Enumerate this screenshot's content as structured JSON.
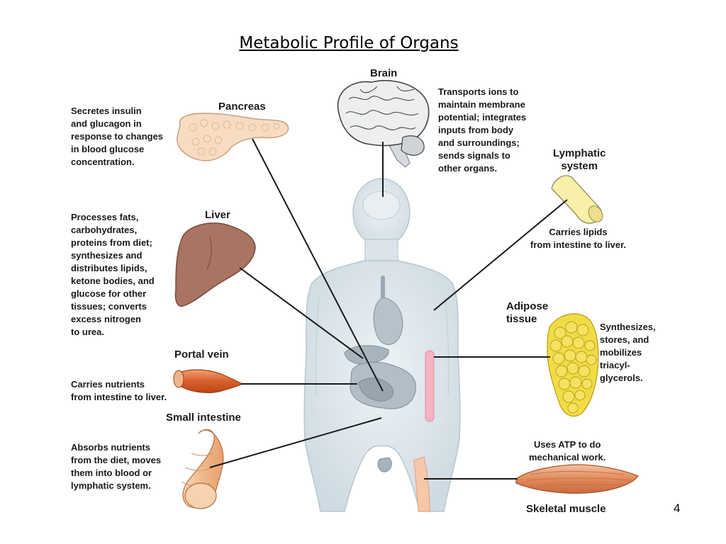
{
  "title": "Metabolic Profile of Organs",
  "page_number": "4",
  "organs": {
    "brain": {
      "name": "Brain",
      "desc": [
        "Transports ions to",
        "maintain membrane",
        "potential; integrates",
        "inputs from body",
        "and surroundings;",
        "sends signals to",
        "other organs."
      ]
    },
    "pancreas": {
      "name": "Pancreas",
      "desc": [
        "Secretes insulin",
        "and glucagon in",
        "response to changes",
        "in blood glucose",
        "concentration."
      ]
    },
    "lymphatic": {
      "name": [
        "Lymphatic",
        "system"
      ],
      "desc": [
        "Carries lipids",
        "from intestine to liver."
      ]
    },
    "liver": {
      "name": "Liver",
      "desc": [
        "Processes fats,",
        "carbohydrates,",
        "proteins from diet;",
        "synthesizes and",
        "distributes lipids,",
        "ketone bodies, and",
        "glucose for other",
        "tissues; converts",
        "excess nitrogen",
        "to urea."
      ]
    },
    "adipose": {
      "name": [
        "Adipose",
        "tissue"
      ],
      "desc": [
        "Synthesizes,",
        "stores, and",
        "mobilizes",
        "triacyl-",
        "glycerols."
      ]
    },
    "portal_vein": {
      "name": "Portal vein",
      "desc": [
        "Carries nutrients",
        "from intestine to liver."
      ]
    },
    "small_intestine": {
      "name": "Small intestine",
      "desc": [
        "Absorbs nutrients",
        "from the diet, moves",
        "them into blood or",
        "lymphatic system."
      ]
    },
    "skeletal_muscle": {
      "name": "Skeletal muscle",
      "desc": [
        "Uses ATP to do",
        "mechanical work."
      ]
    }
  },
  "colors": {
    "body": "#dfe7ec",
    "body_outline": "#b4c2cc",
    "liver": "#a87360",
    "pancreas": "#f5d9bd",
    "portal_vein": "#e07040",
    "intestine": "#f5c8a0",
    "adipose": "#f2dc3c",
    "muscle": "#e89a6c",
    "lymphatic": "#f7eea0",
    "brain": "#e8eaec",
    "leader_line": "#1a1a1a"
  }
}
